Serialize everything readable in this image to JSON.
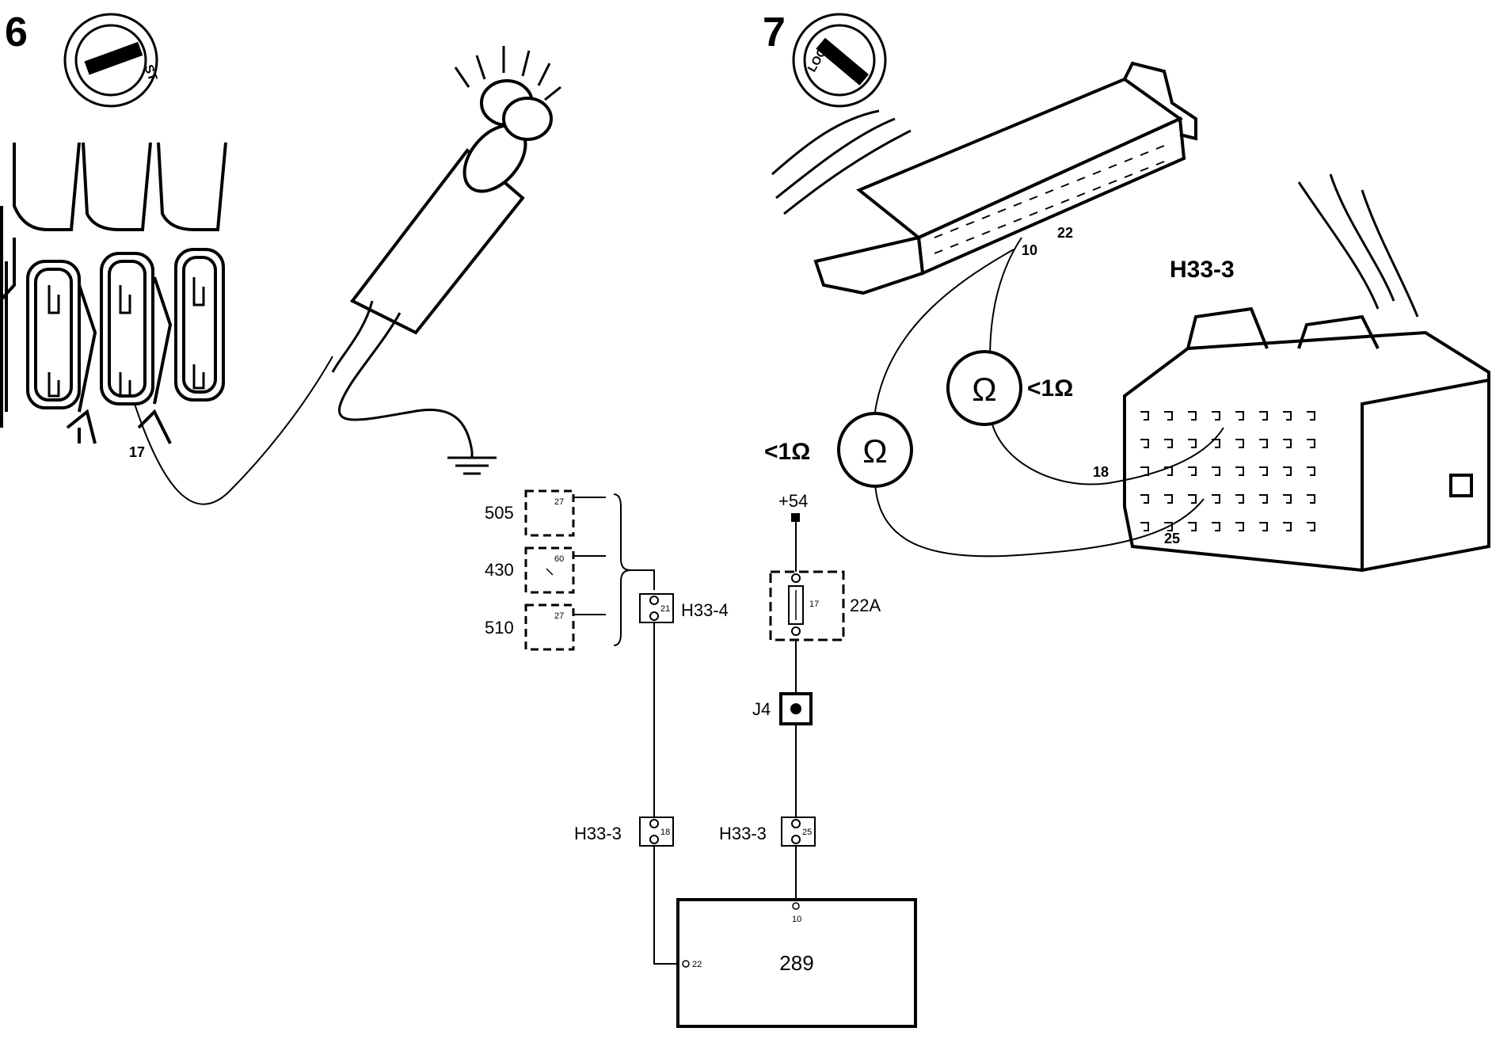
{
  "colors": {
    "ink": "#000000",
    "paper": "#ffffff"
  },
  "step6": {
    "number": "6",
    "key_position": "ST",
    "fuse_terminal": "17",
    "icons": [
      "ignition-key-icon",
      "test-lamp-icon",
      "ground-icon",
      "fuse-box-icon"
    ]
  },
  "step7": {
    "number": "7",
    "key_position": "LOCK",
    "connector_label": "H33-3",
    "control_pins": [
      "10",
      "22"
    ],
    "connector_pins": [
      "18",
      "25"
    ],
    "meters": [
      {
        "symbol": "Ω",
        "reading": "<1Ω"
      },
      {
        "symbol": "Ω",
        "reading": "<1Ω"
      }
    ],
    "icons": [
      "ignition-key-icon",
      "ecu-connector-icon",
      "harness-connector-icon",
      "ohmmeter-icon"
    ]
  },
  "schematic": {
    "units": [
      {
        "id": "505",
        "pin": "27"
      },
      {
        "id": "430",
        "pin": "60"
      },
      {
        "id": "510",
        "pin": "27"
      }
    ],
    "left_branch": {
      "connector_top": {
        "label": "H33-4",
        "pin": "21"
      },
      "connector_bottom": {
        "label": "H33-3",
        "pin": "18"
      }
    },
    "right_branch": {
      "supply": "+54",
      "fuse": {
        "box": "22A",
        "pin": "17"
      },
      "junction": "J4",
      "connector_bottom": {
        "label": "H33-3",
        "pin": "25"
      }
    },
    "module": {
      "id": "289",
      "pin_top": "10",
      "pin_left": "22"
    }
  }
}
